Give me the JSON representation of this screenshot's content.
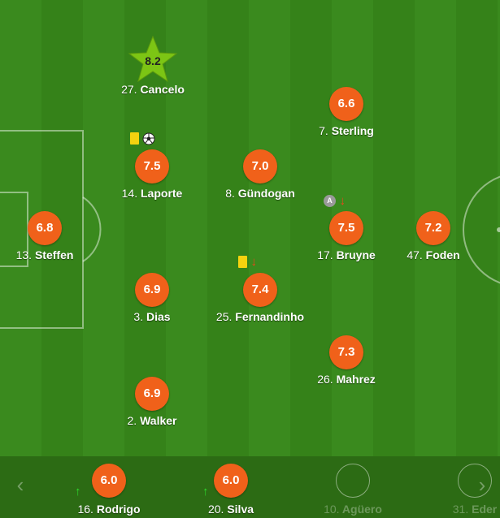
{
  "colors": {
    "pitch_light": "#3a8a1e",
    "pitch_dark": "#358219",
    "rating_badge": "#f0611a",
    "best_player_star": "#7cc514",
    "bench_bg": "#2c6b14",
    "yellow_card": "#f5d20f",
    "sub_off_arrow": "#f0441a",
    "sub_on_arrow": "#2ed82e"
  },
  "players": {
    "cancelo": {
      "number": "27.",
      "name": "Cancelo",
      "rating": "8.2"
    },
    "sterling": {
      "number": "7.",
      "name": "Sterling",
      "rating": "6.6"
    },
    "laporte": {
      "number": "14.",
      "name": "Laporte",
      "rating": "7.5"
    },
    "gundogan": {
      "number": "8.",
      "name": "Gündogan",
      "rating": "7.0"
    },
    "bruyne": {
      "number": "17.",
      "name": "Bruyne",
      "rating": "7.5"
    },
    "foden": {
      "number": "47.",
      "name": "Foden",
      "rating": "7.2"
    },
    "steffen": {
      "number": "13.",
      "name": "Steffen",
      "rating": "6.8"
    },
    "dias": {
      "number": "3.",
      "name": "Dias",
      "rating": "6.9"
    },
    "fernandinho": {
      "number": "25.",
      "name": "Fernandinho",
      "rating": "7.4"
    },
    "mahrez": {
      "number": "26.",
      "name": "Mahrez",
      "rating": "7.3"
    },
    "walker": {
      "number": "2.",
      "name": "Walker",
      "rating": "6.9"
    }
  },
  "captain_badge": "A",
  "bench": {
    "rodrigo": {
      "number": "16.",
      "name": "Rodrigo",
      "rating": "6.0"
    },
    "silva": {
      "number": "20.",
      "name": "Silva",
      "rating": "6.0"
    },
    "aguero": {
      "number": "10.",
      "name": "Agüero"
    },
    "eder": {
      "number": "31.",
      "name": "Eder"
    },
    "prev_icon": "chevron-left-icon",
    "next_icon": "chevron-right-icon"
  }
}
